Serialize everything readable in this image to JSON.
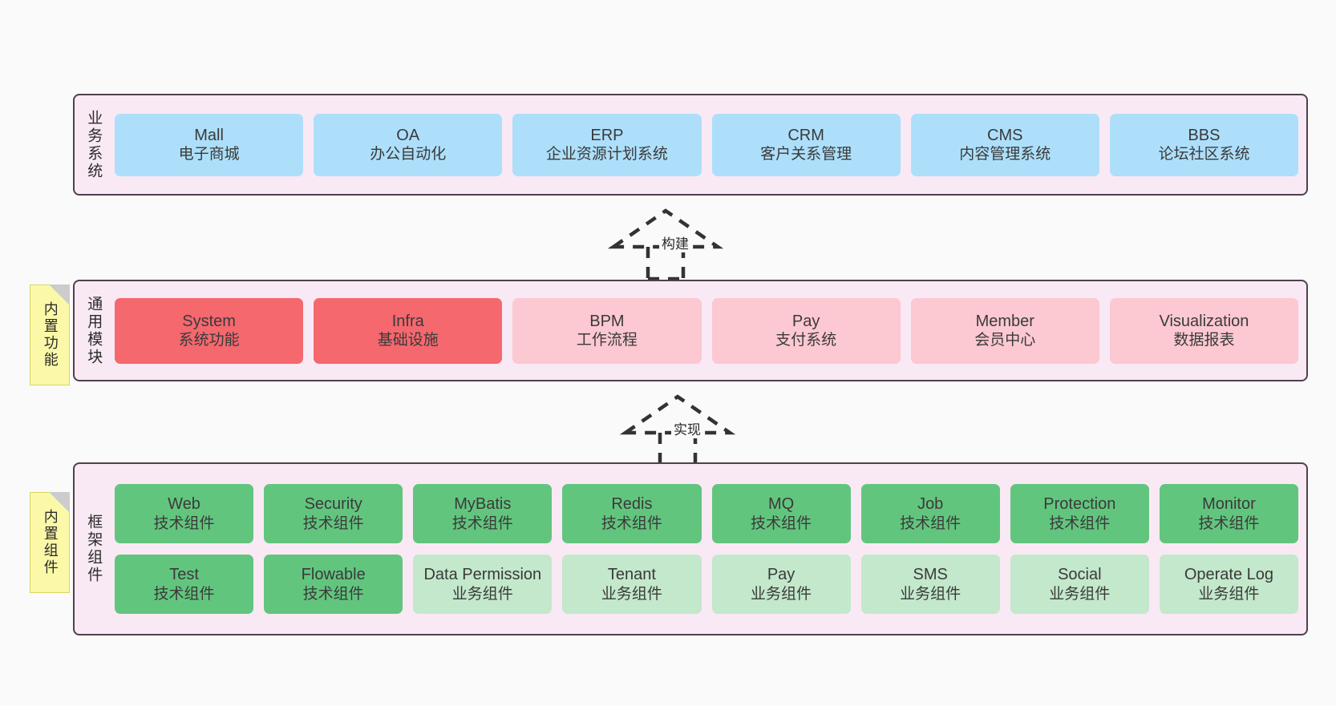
{
  "diagram": {
    "background_color": "#fafafa",
    "layer_fill": "#f9e9f4",
    "layer_border": "#50404d",
    "note_fill": "#fbf8a8"
  },
  "layers": [
    {
      "id": "business",
      "title": "业务系统",
      "rows": [
        {
          "nodes": [
            {
              "en": "Mall",
              "cn": "电子商城",
              "color": "#addffb",
              "style": "c-blue"
            },
            {
              "en": "OA",
              "cn": "办公自动化",
              "color": "#addffb",
              "style": "c-blue"
            },
            {
              "en": "ERP",
              "cn": "企业资源计划系统",
              "color": "#addffb",
              "style": "c-blue"
            },
            {
              "en": "CRM",
              "cn": "客户关系管理",
              "color": "#addffb",
              "style": "c-blue"
            },
            {
              "en": "CMS",
              "cn": "内容管理系统",
              "color": "#addffb",
              "style": "c-blue"
            },
            {
              "en": "BBS",
              "cn": "论坛社区系统",
              "color": "#addffb",
              "style": "c-blue"
            }
          ]
        }
      ]
    },
    {
      "id": "common-module",
      "title": "通用模块",
      "note": "内置功能",
      "rows": [
        {
          "nodes": [
            {
              "en": "System",
              "cn": "系统功能",
              "color": "#f4686e",
              "style": "c-red"
            },
            {
              "en": "Infra",
              "cn": "基础设施",
              "color": "#f4686e",
              "style": "c-red"
            },
            {
              "en": "BPM",
              "cn": "工作流程",
              "color": "#fcc8d1",
              "style": "c-pink"
            },
            {
              "en": "Pay",
              "cn": "支付系统",
              "color": "#fcc8d1",
              "style": "c-pink"
            },
            {
              "en": "Member",
              "cn": "会员中心",
              "color": "#fcc8d1",
              "style": "c-pink"
            },
            {
              "en": "Visualization",
              "cn": "数据报表",
              "color": "#fcc8d1",
              "style": "c-pink"
            }
          ]
        }
      ]
    },
    {
      "id": "framework-component",
      "title": "框架组件",
      "note": "内置组件",
      "rows": [
        {
          "nodes": [
            {
              "en": "Web",
              "cn": "技术组件",
              "color": "#62c57e",
              "style": "c-green"
            },
            {
              "en": "Security",
              "cn": "技术组件",
              "color": "#62c57e",
              "style": "c-green"
            },
            {
              "en": "MyBatis",
              "cn": "技术组件",
              "color": "#62c57e",
              "style": "c-green"
            },
            {
              "en": "Redis",
              "cn": "技术组件",
              "color": "#62c57e",
              "style": "c-green"
            },
            {
              "en": "MQ",
              "cn": "技术组件",
              "color": "#62c57e",
              "style": "c-green"
            },
            {
              "en": "Job",
              "cn": "技术组件",
              "color": "#62c57e",
              "style": "c-green"
            },
            {
              "en": "Protection",
              "cn": "技术组件",
              "color": "#62c57e",
              "style": "c-green"
            },
            {
              "en": "Monitor",
              "cn": "技术组件",
              "color": "#62c57e",
              "style": "c-green"
            }
          ]
        },
        {
          "nodes": [
            {
              "en": "Test",
              "cn": "技术组件",
              "color": "#62c57e",
              "style": "c-green"
            },
            {
              "en": "Flowable",
              "cn": "技术组件",
              "color": "#62c57e",
              "style": "c-green"
            },
            {
              "en": "Data Permission",
              "cn": "业务组件",
              "color": "#c3e8cb",
              "style": "c-greenlight"
            },
            {
              "en": "Tenant",
              "cn": "业务组件",
              "color": "#c3e8cb",
              "style": "c-greenlight"
            },
            {
              "en": "Pay",
              "cn": "业务组件",
              "color": "#c3e8cb",
              "style": "c-greenlight"
            },
            {
              "en": "SMS",
              "cn": "业务组件",
              "color": "#c3e8cb",
              "style": "c-greenlight"
            },
            {
              "en": "Social",
              "cn": "业务组件",
              "color": "#c3e8cb",
              "style": "c-greenlight"
            },
            {
              "en": "Operate Log",
              "cn": "业务组件",
              "color": "#c3e8cb",
              "style": "c-greenlight"
            }
          ]
        }
      ]
    }
  ],
  "connectors": [
    {
      "id": "build",
      "label": "构建",
      "from": "common-module",
      "to": "business"
    },
    {
      "id": "implement",
      "label": "实现",
      "from": "framework-component",
      "to": "common-module"
    }
  ]
}
